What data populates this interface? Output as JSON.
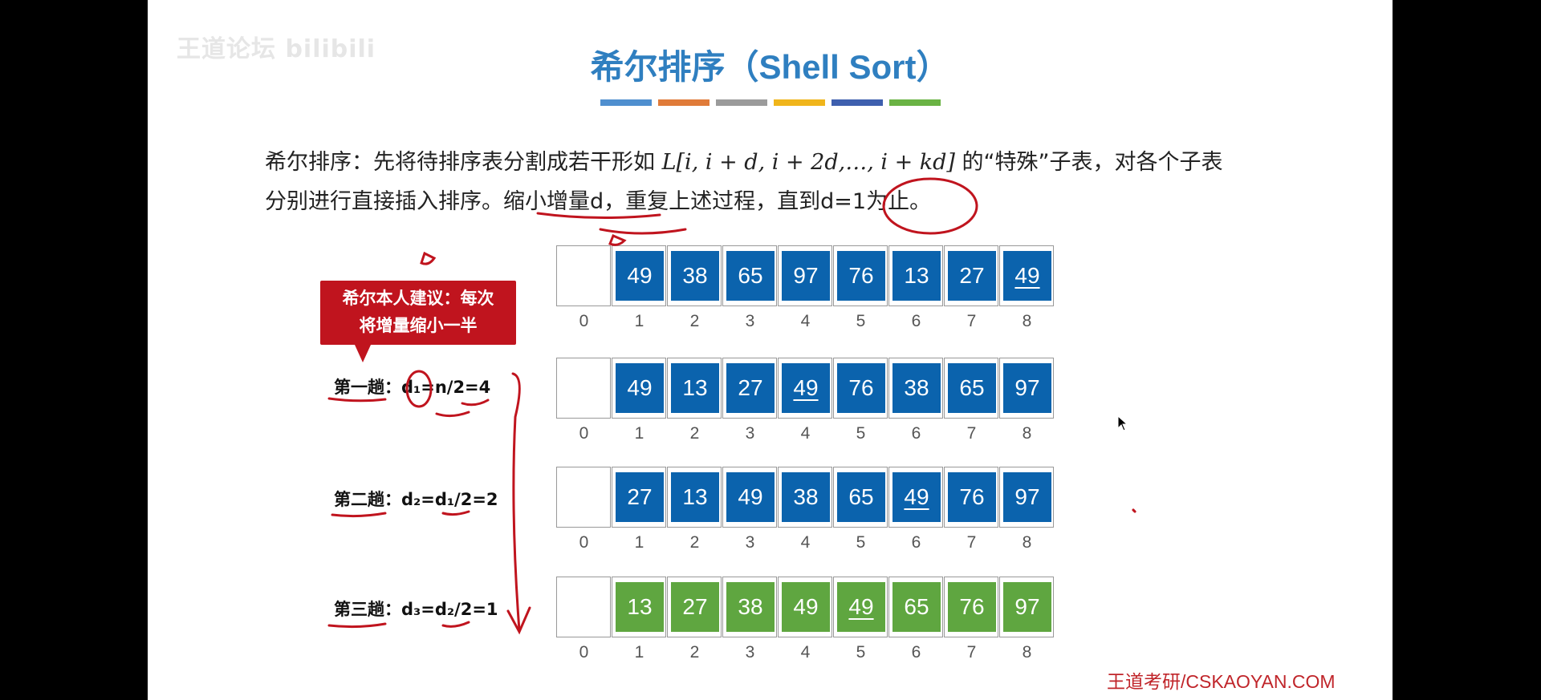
{
  "watermark": "王道论坛 bilibili",
  "title": "希尔排序（Shell Sort）",
  "colors": [
    "#4f8fcf",
    "#e07b39",
    "#9b9b9b",
    "#f0b51b",
    "#3e5fae",
    "#6ab344"
  ],
  "description": {
    "text1": "希尔排序：先将待排序表分割成若干形如 ",
    "formula": "L[i, i + d, i + 2d,…, i + kd]",
    "text2": " 的“特殊”子表，对各个子表",
    "text3": "分别进行直接插入排序。",
    "text4": "缩小增量d",
    "text5": "，重复上述过程，直到",
    "text6": "d=1为止。"
  },
  "callout": {
    "line1": "希尔本人建议：每次",
    "line2": "将增量缩小一半"
  },
  "passes": [
    {
      "label": "第一趟：d₁=n/2=4"
    },
    {
      "label": "第二趟：d₂=d₁/2=2"
    },
    {
      "label": "第三趟：d₃=d₂/2=1"
    }
  ],
  "rows": [
    {
      "color": "blue",
      "values": [
        "49",
        "38",
        "65",
        "97",
        "76",
        "13",
        "27",
        "49"
      ],
      "underline": 7
    },
    {
      "color": "blue",
      "values": [
        "49",
        "13",
        "27",
        "49",
        "76",
        "38",
        "65",
        "97"
      ],
      "underline": 3
    },
    {
      "color": "blue",
      "values": [
        "27",
        "13",
        "49",
        "38",
        "65",
        "49",
        "76",
        "97"
      ],
      "underline": 5
    },
    {
      "color": "green",
      "values": [
        "13",
        "27",
        "38",
        "49",
        "49",
        "65",
        "76",
        "97"
      ],
      "underline": 4
    }
  ],
  "indices": [
    "0",
    "1",
    "2",
    "3",
    "4",
    "5",
    "6",
    "7",
    "8"
  ],
  "footer": "王道考研/CSKAOYAN.COM"
}
